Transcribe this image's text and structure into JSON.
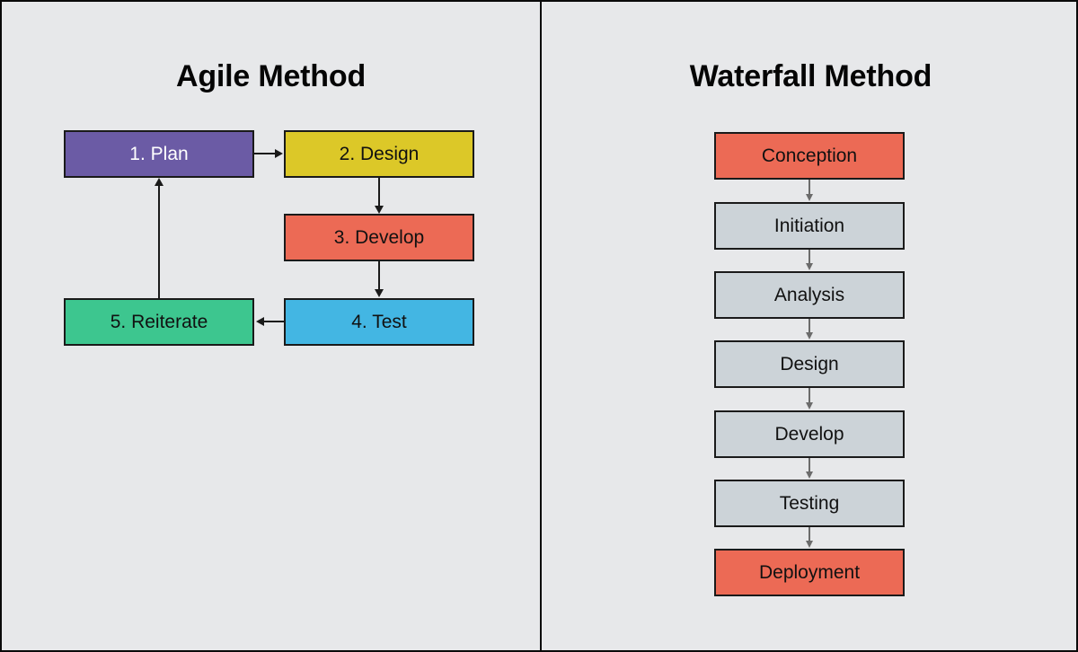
{
  "colors": {
    "background": "#e7e8ea",
    "border": "#1a1a1a",
    "divider": "#0a0a0a",
    "purple": "#6b5ba5",
    "yellow": "#dcc828",
    "salmon": "#ec6a55",
    "blue": "#43b6e3",
    "green": "#3dc68f",
    "grey_box": "#ccd3d8",
    "text_dark": "#111111",
    "text_light": "#ffffff",
    "arrow_agile": "#1a1a1a",
    "arrow_waterfall": "#6b6b6b"
  },
  "agile": {
    "title": "Agile Method",
    "nodes": [
      {
        "id": "plan",
        "label": "1. Plan",
        "color": "#6b5ba5",
        "text_color": "#ffffff"
      },
      {
        "id": "design",
        "label": "2. Design",
        "color": "#dcc828",
        "text_color": "#111111"
      },
      {
        "id": "develop",
        "label": "3. Develop",
        "color": "#ec6a55",
        "text_color": "#111111"
      },
      {
        "id": "test",
        "label": "4. Test",
        "color": "#43b6e3",
        "text_color": "#111111"
      },
      {
        "id": "reiterate",
        "label": "5. Reiterate",
        "color": "#3dc68f",
        "text_color": "#111111"
      }
    ],
    "edges": [
      {
        "from": "plan",
        "to": "design",
        "direction": "right"
      },
      {
        "from": "design",
        "to": "develop",
        "direction": "down"
      },
      {
        "from": "develop",
        "to": "test",
        "direction": "down"
      },
      {
        "from": "test",
        "to": "reiterate",
        "direction": "left"
      },
      {
        "from": "reiterate",
        "to": "plan",
        "direction": "up"
      }
    ]
  },
  "waterfall": {
    "title": "Waterfall Method",
    "nodes": [
      {
        "id": "conception",
        "label": "Conception",
        "color": "#ec6a55",
        "text_color": "#111111"
      },
      {
        "id": "initiation",
        "label": "Initiation",
        "color": "#ccd3d8",
        "text_color": "#111111"
      },
      {
        "id": "analysis",
        "label": "Analysis",
        "color": "#ccd3d8",
        "text_color": "#111111"
      },
      {
        "id": "design",
        "label": "Design",
        "color": "#ccd3d8",
        "text_color": "#111111"
      },
      {
        "id": "develop",
        "label": "Develop",
        "color": "#ccd3d8",
        "text_color": "#111111"
      },
      {
        "id": "testing",
        "label": "Testing",
        "color": "#ccd3d8",
        "text_color": "#111111"
      },
      {
        "id": "deployment",
        "label": "Deployment",
        "color": "#ec6a55",
        "text_color": "#111111"
      }
    ],
    "edges": [
      {
        "from": "conception",
        "to": "initiation",
        "direction": "down"
      },
      {
        "from": "initiation",
        "to": "analysis",
        "direction": "down"
      },
      {
        "from": "analysis",
        "to": "design",
        "direction": "down"
      },
      {
        "from": "design",
        "to": "develop",
        "direction": "down"
      },
      {
        "from": "develop",
        "to": "testing",
        "direction": "down"
      },
      {
        "from": "testing",
        "to": "deployment",
        "direction": "down"
      }
    ]
  }
}
